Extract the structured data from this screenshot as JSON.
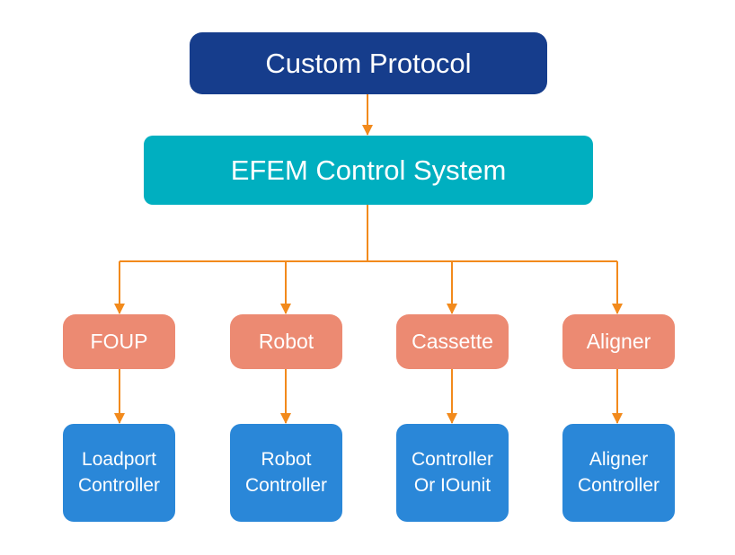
{
  "diagram": {
    "top_node": {
      "label": "Custom Protocol",
      "color": "#163d8c"
    },
    "system_node": {
      "label": "EFEM Control System",
      "color": "#00afc0"
    },
    "modules": [
      {
        "label": "FOUP",
        "controller_lines": [
          "Loadport",
          "Controller"
        ]
      },
      {
        "label": "Robot",
        "controller_lines": [
          "Robot",
          "Controller"
        ]
      },
      {
        "label": "Cassette",
        "controller_lines": [
          "Controller",
          "Or IOunit"
        ]
      },
      {
        "label": "Aligner",
        "controller_lines": [
          "Aligner",
          "Controller"
        ]
      }
    ],
    "module_color": "#ec8a72",
    "controller_color": "#2a87d8",
    "connector_color": "#f28a1c"
  }
}
